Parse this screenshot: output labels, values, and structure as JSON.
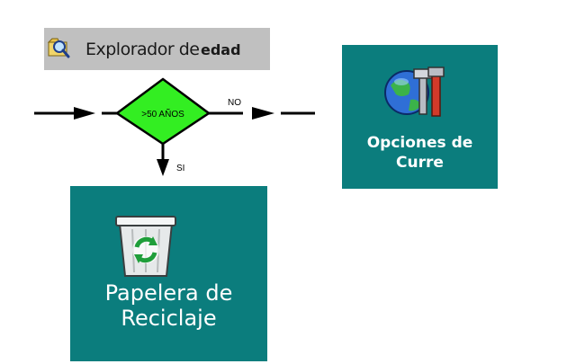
{
  "explorer": {
    "prefix": "Explorador de",
    "value": "edad",
    "icon": "search-folder-icon"
  },
  "decision": {
    "label": ">50 AÑOS",
    "no_label": "NO",
    "yes_label": "SI",
    "fill_color": "#33ee22"
  },
  "tiles": {
    "background_color": "#0b7d7d",
    "options": {
      "line1": "Opciones de",
      "line2": "Curre",
      "icon": "globe-tools-icon"
    },
    "recycle": {
      "line1": "Papelera de",
      "line2": "Reciclaje",
      "icon": "recycle-bin-icon"
    }
  }
}
